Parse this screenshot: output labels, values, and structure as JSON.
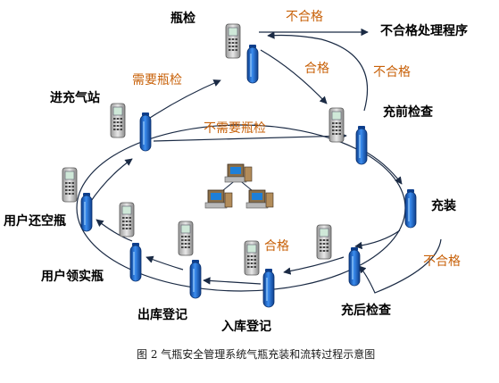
{
  "nodes": {
    "inspection": "瓶检",
    "fail_procedure": "不合格处理程序",
    "pre_check": "充前检查",
    "filling": "充装",
    "post_check": "充后检查",
    "warehouse_in": "入库登记",
    "warehouse_out": "出库登记",
    "user_collect": "用户领实瓶",
    "user_return": "用户还空瓶",
    "enter_station": "进充气站"
  },
  "flows": {
    "unqualified_top": "不合格",
    "qualified_top": "合格",
    "unqualified_right": "不合格",
    "need_inspection": "需要瓶检",
    "no_inspection": "不需要瓶检",
    "qualified_bottom": "合格",
    "unqualified_bottom": "不合格"
  },
  "caption": "图 2   气瓶安全管理系统气瓶充装和流转过程示意图",
  "colors": {
    "cylinder": "#1f6fd1",
    "arrow": "#1a2a44",
    "flow_label": "#c8620a",
    "node_label": "#000000"
  }
}
